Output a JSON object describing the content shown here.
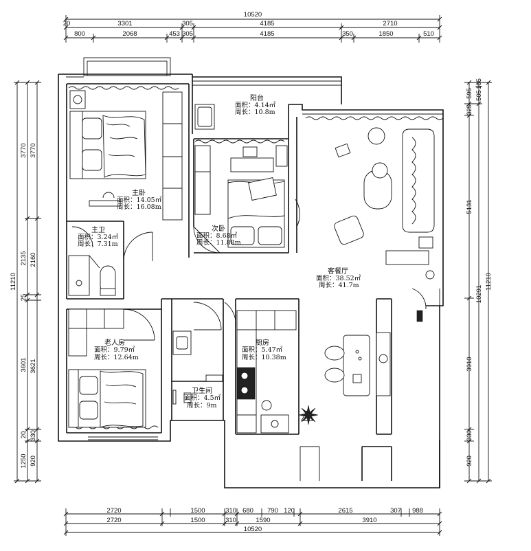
{
  "dimensions": {
    "top_total": "10520",
    "top_row1": [
      "20",
      "3301",
      "305",
      "4185",
      "2710"
    ],
    "top_row2": [
      "800",
      "2068",
      "453",
      "305",
      "4185",
      "350",
      "1850",
      "510"
    ],
    "bottom_row1": [
      "2720",
      "1500",
      "310",
      "680",
      "790",
      "120",
      "2615",
      "307",
      "988"
    ],
    "bottom_row2": [
      "2720",
      "1500",
      "310",
      "1590",
      "3910"
    ],
    "bottom_total": "10520",
    "left_outer": [
      "3770",
      "2135",
      "25",
      "3601",
      "20",
      "1250"
    ],
    "left_inner": [
      "3770",
      "2160",
      "3621",
      "330",
      "920"
    ],
    "left_total": "11210",
    "right_outer": [
      "595",
      "325",
      "5131",
      "3910",
      "330",
      "920"
    ],
    "right_inner": [
      "105",
      "505",
      "10291"
    ],
    "right_total": "11210"
  },
  "rooms": {
    "master_bedroom": {
      "name": "主卧",
      "area": "面积：14.05㎡",
      "perimeter": "周长：16.08m"
    },
    "balcony": {
      "name": "阳台",
      "area": "面积：4.14㎡",
      "perimeter": "周长：10.8m"
    },
    "master_bath": {
      "name": "主卫",
      "area": "面积：3.24㎡",
      "perimeter": "周长：7.31m"
    },
    "second_bedroom": {
      "name": "次卧",
      "area": "面积：8.68㎡",
      "perimeter": "周长：11.88m"
    },
    "living_dining": {
      "name": "客餐厅",
      "area": "面积：38.52㎡",
      "perimeter": "周长：41.7m"
    },
    "elder_room": {
      "name": "老人房",
      "area": "面积：9.79㎡",
      "perimeter": "周长：12.64m"
    },
    "kitchen": {
      "name": "厨房",
      "area": "面积：5.47㎡",
      "perimeter": "周长：10.38m"
    },
    "bathroom": {
      "name": "卫生间",
      "area": "面积：4.5㎡",
      "perimeter": "周长：9m"
    }
  },
  "colors": {
    "line": "#111111",
    "background": "#ffffff"
  }
}
